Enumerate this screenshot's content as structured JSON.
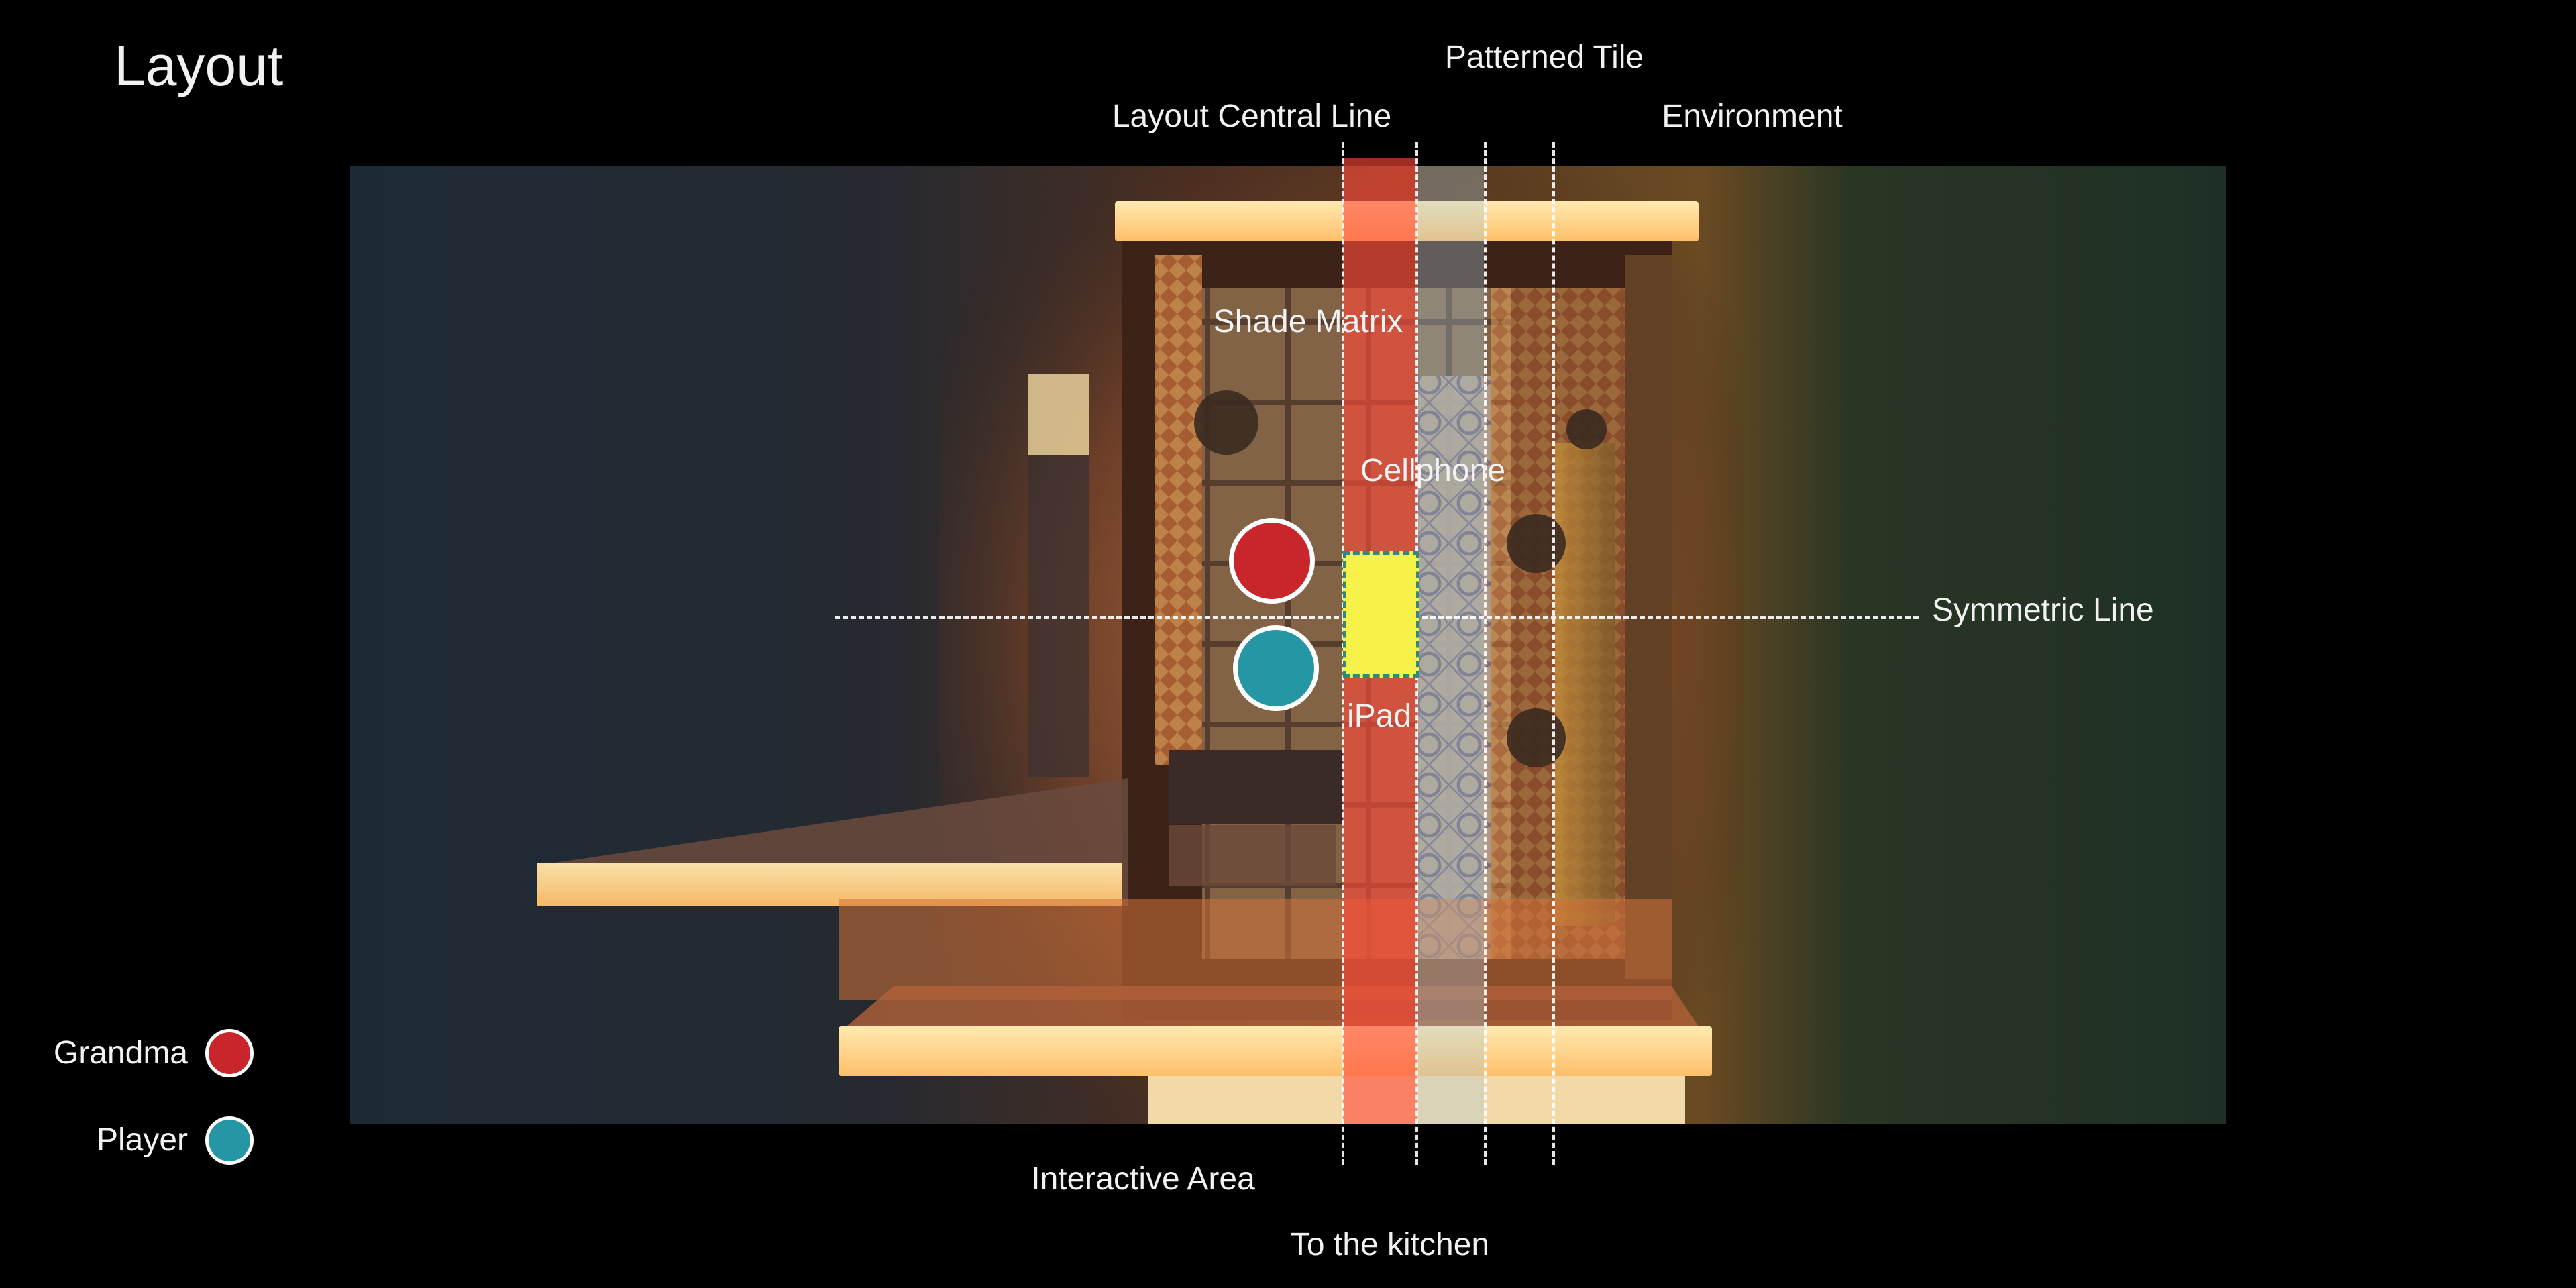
{
  "title": "Layout",
  "labels": {
    "patterned_tile": "Patterned Tile",
    "layout_central_line": "Layout Central Line",
    "environment": "Environment",
    "shade_matrix": "Shade Matrix",
    "cellphone": "Cellphone",
    "ipad": "iPad",
    "symmetric_line": "Symmetric Line",
    "interactive_area": "Interactive Area",
    "to_the_kitchen": "To the kitchen"
  },
  "legend": [
    {
      "label": "Grandma",
      "color": "#c8262a"
    },
    {
      "label": "Player",
      "color": "#2596a3"
    }
  ],
  "colors": {
    "interactive_band": "#ff4a3a",
    "patterned_band": "#a8c8d8",
    "ipad_fill": "#f6f24a",
    "ipad_border": "#2f8a7a"
  }
}
